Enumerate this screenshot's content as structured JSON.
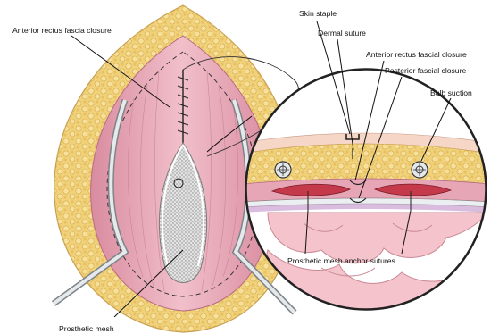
{
  "labels": {
    "anterior_rectus_fascia_closure": "Anterior rectus fascia closure",
    "skin_staple": "Skin staple",
    "dermal_suture": "Dermal suture",
    "anterior_rectus_fascial_closure": "Anterior rectus fascial closure",
    "posterior_fascial_closure": "Posterior fascial closure",
    "bulb_suction": "Bulb suction",
    "prosthetic_mesh_anchor_sutures": "Prosthetic mesh anchor sutures",
    "prosthetic_mesh": "Prosthetic mesh"
  },
  "colors": {
    "fat": "#f0d27a",
    "fat_dark": "#d8aa4a",
    "muscle": "#e9aab9",
    "muscle_dark": "#c9788e",
    "skin": "#f7d9cc",
    "mesh": "#d9d9d9",
    "bowel": "#f4c6cc",
    "drain": "#cfd3d6"
  }
}
